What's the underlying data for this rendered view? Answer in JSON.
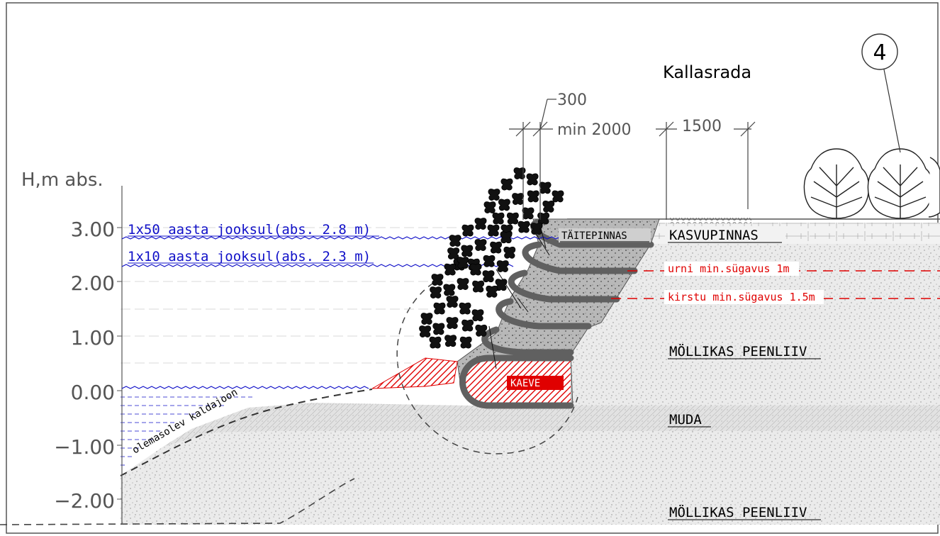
{
  "axis": {
    "label": "H,m  abs.",
    "ticks": [
      "3.00",
      "2.00",
      "1.00",
      "0.00",
      "−1.00",
      "−2.00"
    ]
  },
  "water_levels": {
    "flood_50": "1x50 aasta jooksul(abs. 2.8 m)",
    "flood_10": "1x10 aasta jooksul(abs. 2.3 m)"
  },
  "depth_notes": {
    "urn": "urni min.sügavus 1m",
    "coffin": "kirstu min.sügavus 1.5m"
  },
  "layers": {
    "topsoil": "KASVUPINNAS",
    "fill_surface": "TÄITEPINNAS",
    "sand_upper": "MÖLLIKAS PEENLIIV",
    "mud": "MUDA",
    "sand_lower": "MÖLLIKAS PEENLIIV",
    "excavation": "KAEVE"
  },
  "shoreline": "olemasolev kaldajoon",
  "dimensions": {
    "d300": "300",
    "min_2000": "min  2000",
    "d1500": "1500"
  },
  "path_title": "Kallasrada",
  "callout": "4",
  "colors": {
    "blue": "#1010c8",
    "red": "#e00000",
    "gray_text": "#555555"
  }
}
